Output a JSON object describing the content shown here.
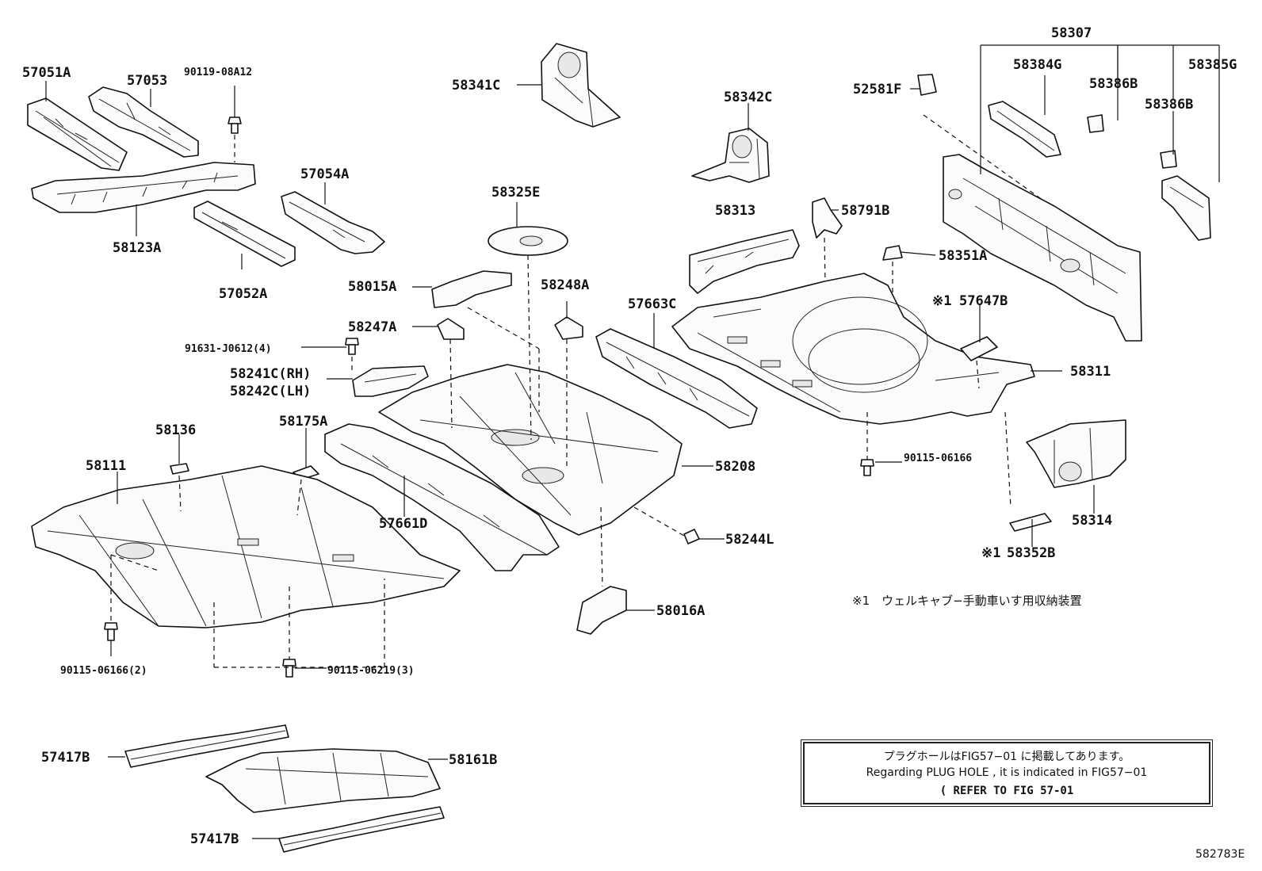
{
  "parts": {
    "p58307": "58307",
    "p57051A": "57051A",
    "p57053": "57053",
    "p90119_08A12": "90119-08A12",
    "p58341C": "58341C",
    "p52581F": "52581F",
    "p58384G": "58384G",
    "p58385G": "58385G",
    "p58386B_1": "58386B",
    "p58386B_2": "58386B",
    "p58342C": "58342C",
    "p57054A": "57054A",
    "p58123A": "58123A",
    "p57052A": "57052A",
    "p58325E": "58325E",
    "p58313": "58313",
    "p58791B": "58791B",
    "p58351A": "58351A",
    "p58015A": "58015A",
    "p58248A": "58248A",
    "p57663C": "57663C",
    "p57647B": "57647B",
    "p58247A": "58247A",
    "p91631_J0612": "91631-J0612(4)",
    "p58241C": "58241C(RH)",
    "p58242C": "58242C(LH)",
    "p58311": "58311",
    "p58175A": "58175A",
    "p58136": "58136",
    "p58111": "58111",
    "p58208": "58208",
    "p90115_06166_a": "90115-06166",
    "p58314": "58314",
    "p57661D": "57661D",
    "p58244L": "58244L",
    "p58352B": "58352B",
    "p58016A": "58016A",
    "p90115_06166_2": "90115-06166(2)",
    "p90115_06219_3": "90115-06219(3)",
    "p57417B_1": "57417B",
    "p58161B": "58161B",
    "p57417B_2": "57417B"
  },
  "markers": {
    "star1_a": "※1",
    "star1_b": "※1"
  },
  "footnote": "※1　ウェルキャブ−手動車いす用収納装置",
  "note": {
    "line1": "プラグホールはFIG57−01 に掲載してあります。",
    "line2": "Regarding PLUG HOLE , it is indicated in FIG57−01",
    "line3": "( REFER TO FIG 57-01"
  },
  "figure_id": "582783E"
}
